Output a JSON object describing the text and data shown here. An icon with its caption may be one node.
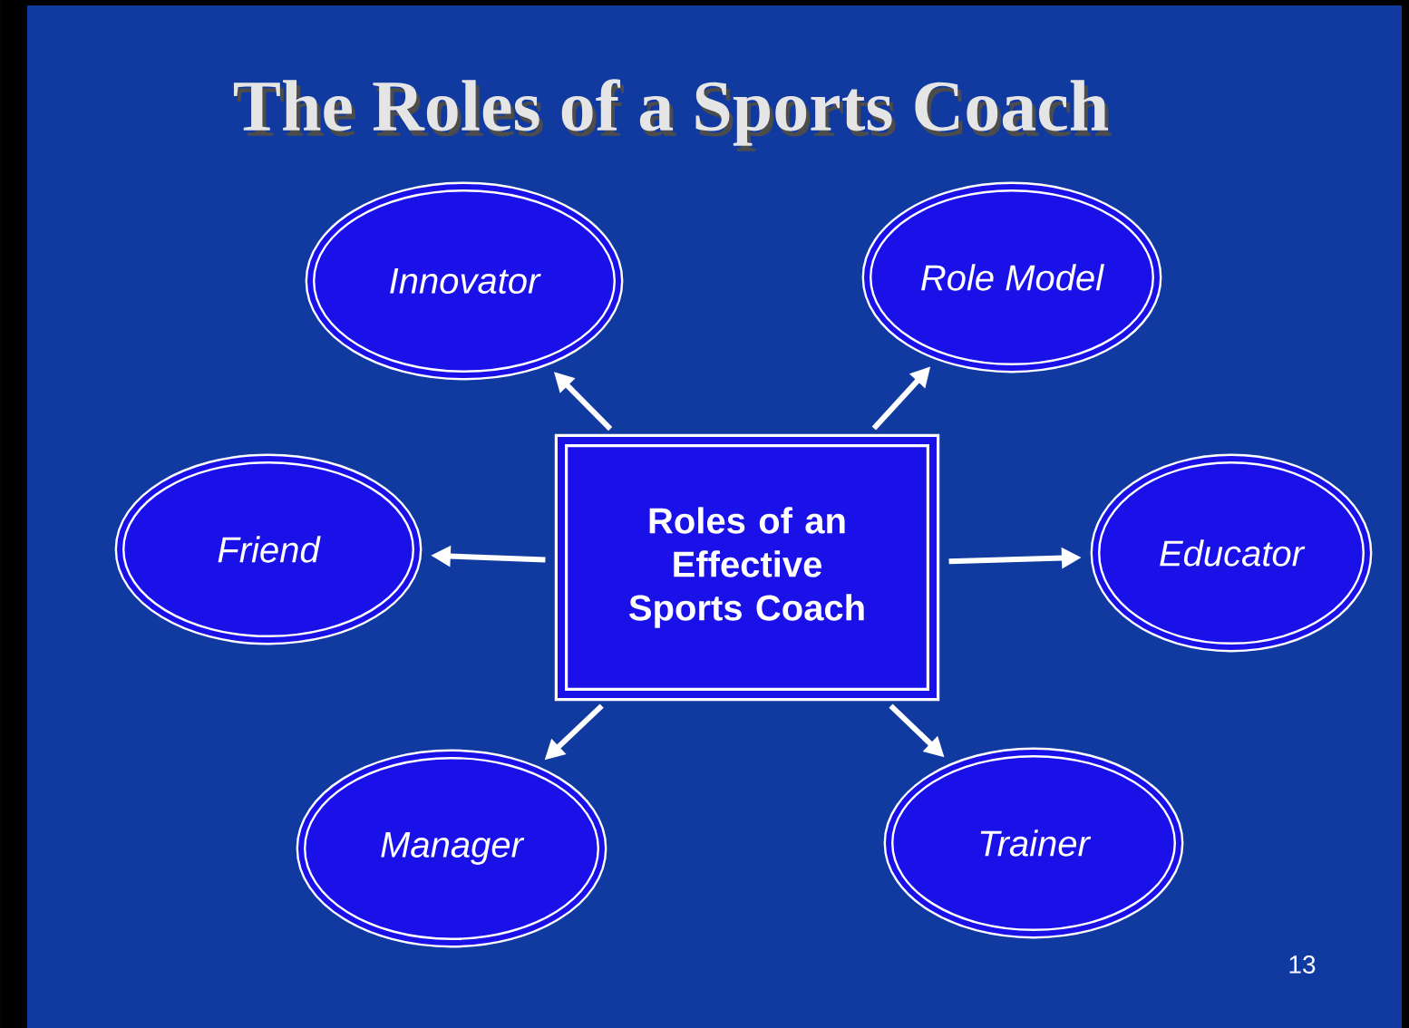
{
  "diagram": {
    "title": "The Roles of a Sports Coach",
    "nodes": [
      {
        "text": [
          "Roles of an Effective Sports Coach"
        ]
      },
      {
        "text": [
          "Innovator"
        ]
      },
      {
        "text": [
          "Role Model"
        ]
      },
      {
        "text": [
          "Friend"
        ]
      },
      {
        "text": [
          "Educator"
        ]
      },
      {
        "text": [
          "Manager"
        ]
      },
      {
        "text": [
          "Trainer"
        ]
      }
    ],
    "edges": [
      {
        "from": 0,
        "to": 1,
        "arrow": "to"
      },
      {
        "from": 0,
        "to": 2,
        "arrow": "to"
      },
      {
        "from": 0,
        "to": 3,
        "arrow": "to"
      },
      {
        "from": 0,
        "to": 4,
        "arrow": "to"
      },
      {
        "from": 0,
        "to": 5,
        "arrow": "to"
      },
      {
        "from": 0,
        "to": 6,
        "arrow": "to"
      }
    ],
    "labels": [
      "13"
    ]
  }
}
